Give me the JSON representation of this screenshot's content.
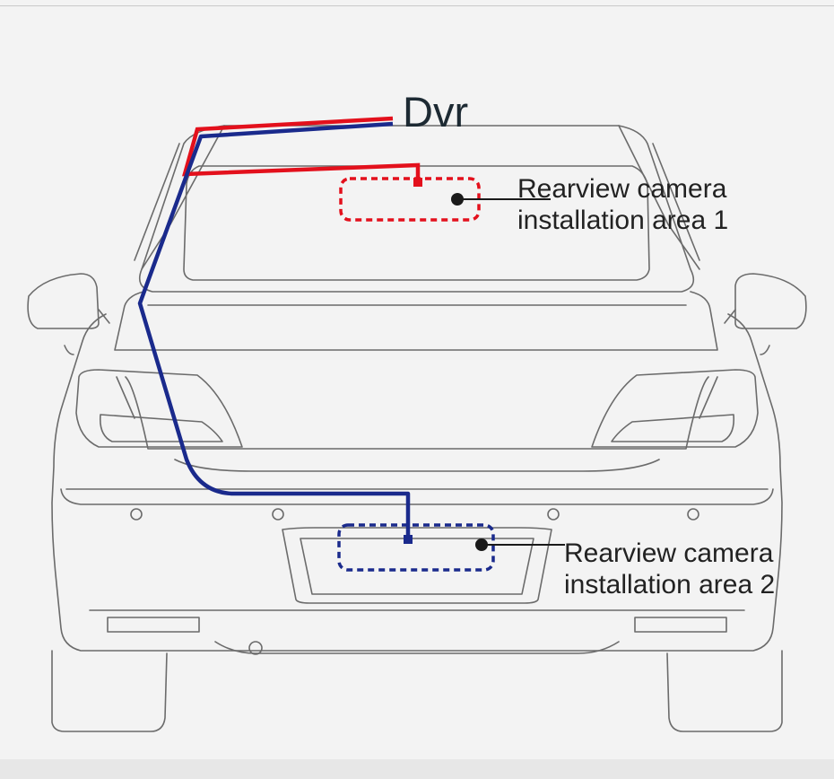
{
  "diagram": {
    "dvr_label": "Dvr",
    "area1": {
      "line1": "Rearview camera",
      "line2": "installation area 1"
    },
    "area2": {
      "line1": "Rearview camera",
      "line2": "installation area 2"
    }
  },
  "colors": {
    "background": "#f3f3f3",
    "car_outline": "#6b6b6b",
    "red_cable": "#e3101c",
    "blue_cable": "#1a2a8c",
    "pointer": "#1a1a1a"
  },
  "icons": {
    "car": "car-rear-outline-icon",
    "dvr_cable": "red-cable",
    "camera_cable": "blue-cable"
  }
}
